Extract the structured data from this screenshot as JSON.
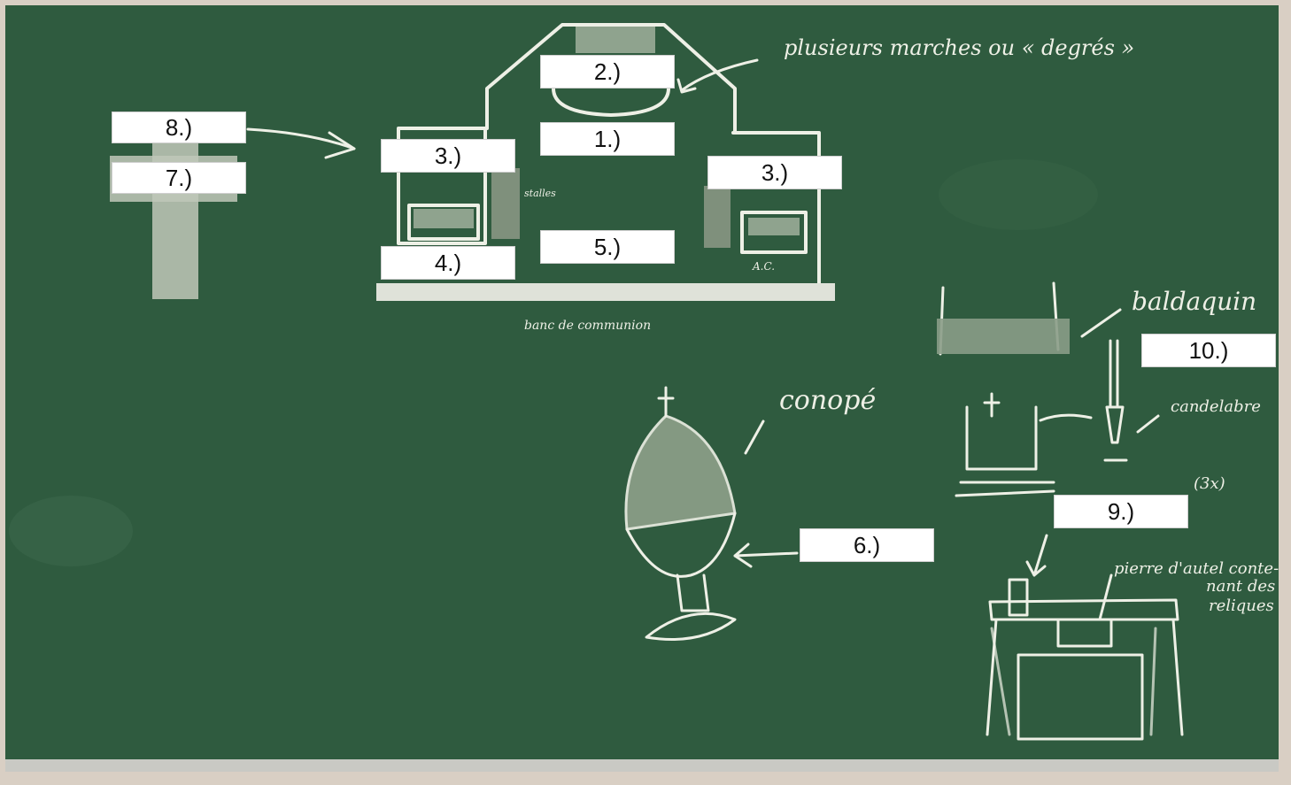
{
  "colors": {
    "board": "#2f5b3f",
    "chalk": "#eef0e6",
    "label_bg": "#ffffff",
    "frame": "#d9cfc4"
  },
  "labels": {
    "l1": "1.)",
    "l2": "2.)",
    "l3a": "3.)",
    "l3b": "3.)",
    "l4": "4.)",
    "l5": "5.)",
    "l6": "6.)",
    "l7": "7.)",
    "l8": "8.)",
    "l9": "9.)",
    "l10": "10.)"
  },
  "annotations": {
    "degres": "plusieurs marches ou « degrés »",
    "banc": "banc de communion",
    "stalles": "stalles",
    "ac": "A.C.",
    "conopee": "conopé",
    "baldaquin": "baldaquin",
    "candelabre": "candelabre",
    "x3": "(3x)",
    "pierre": "pierre d'autel conte-",
    "pierre2": "nant des",
    "pierre3": "reliques"
  }
}
